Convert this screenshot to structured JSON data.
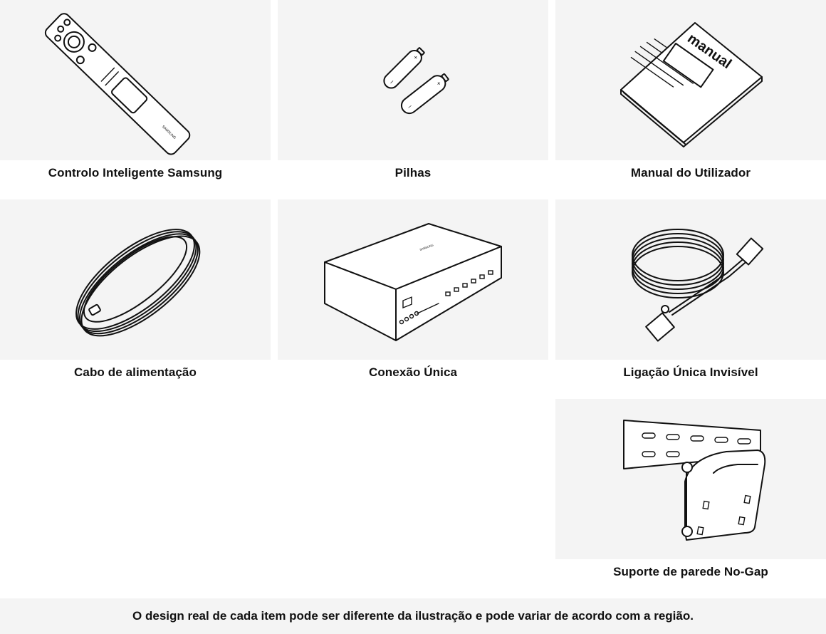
{
  "items": [
    {
      "label": "Controlo Inteligente Samsung",
      "icon": "remote-control-icon",
      "remote_brand": "SAMSUNG"
    },
    {
      "label": "Pilhas",
      "icon": "batteries-icon"
    },
    {
      "label": "Manual do Utilizador",
      "icon": "manual-book-icon",
      "book_text": "manual"
    },
    {
      "label": "Cabo de alimentação",
      "icon": "power-cable-icon"
    },
    {
      "label": "Conexão Única",
      "icon": "one-connect-box-icon",
      "box_brand": "SAMSUNG"
    },
    {
      "label": "Ligação Única Invisível",
      "icon": "invisible-connection-cable-icon"
    },
    {
      "label": "Suporte de parede No-Gap",
      "icon": "wall-mount-icon"
    }
  ],
  "footer": {
    "note": "O design real de cada item pode ser diferente da ilustração e pode variar de acordo com a região."
  }
}
